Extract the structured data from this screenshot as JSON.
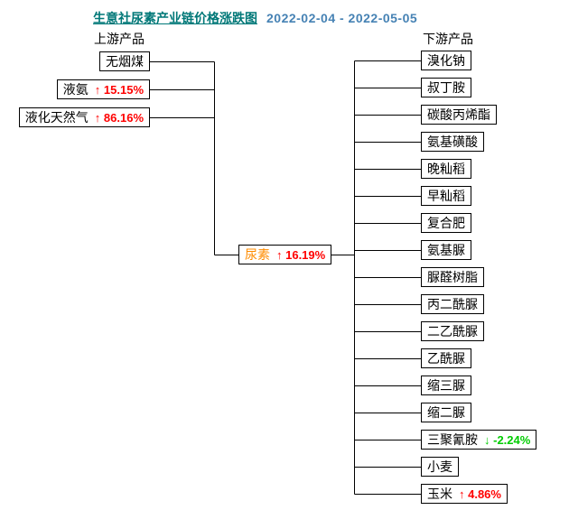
{
  "title": {
    "text": "生意社尿素产业链价格涨跌图",
    "date_range": "2022-02-04 - 2022-05-05"
  },
  "colors": {
    "title_teal": "#007878",
    "date_blue": "#4682B4",
    "up_red": "#FF0000",
    "down_green": "#00CC00",
    "urea_orange": "#FF8C00",
    "line_black": "#000000"
  },
  "upstream": {
    "label": "上游产品",
    "items": [
      {
        "name": "无烟煤",
        "direction": null,
        "change": null
      },
      {
        "name": "液氨",
        "direction": "up",
        "change": "15.15%"
      },
      {
        "name": "液化天然气",
        "direction": "up",
        "change": "86.16%"
      }
    ]
  },
  "center": {
    "name": "尿素",
    "direction": "up",
    "change": "16.19%"
  },
  "downstream": {
    "label": "下游产品",
    "items": [
      {
        "name": "溴化钠",
        "direction": null,
        "change": null
      },
      {
        "name": "叔丁胺",
        "direction": null,
        "change": null
      },
      {
        "name": "碳酸丙烯酯",
        "direction": null,
        "change": null
      },
      {
        "name": "氨基磺酸",
        "direction": null,
        "change": null
      },
      {
        "name": "晚籼稻",
        "direction": null,
        "change": null
      },
      {
        "name": "早籼稻",
        "direction": null,
        "change": null
      },
      {
        "name": "复合肥",
        "direction": null,
        "change": null
      },
      {
        "name": "氨基脲",
        "direction": null,
        "change": null
      },
      {
        "name": "脲醛树脂",
        "direction": null,
        "change": null
      },
      {
        "name": "丙二酰脲",
        "direction": null,
        "change": null
      },
      {
        "name": "二乙酰脲",
        "direction": null,
        "change": null
      },
      {
        "name": "乙酰脲",
        "direction": null,
        "change": null
      },
      {
        "name": "缩三脲",
        "direction": null,
        "change": null
      },
      {
        "name": "缩二脲",
        "direction": null,
        "change": null
      },
      {
        "name": "三聚氰胺",
        "direction": "down",
        "change": "-2.24%"
      },
      {
        "name": "小麦",
        "direction": null,
        "change": null
      },
      {
        "name": "玉米",
        "direction": "up",
        "change": "4.86%"
      }
    ]
  },
  "glyphs": {
    "up_arrow": "↑",
    "down_arrow": "↓"
  }
}
